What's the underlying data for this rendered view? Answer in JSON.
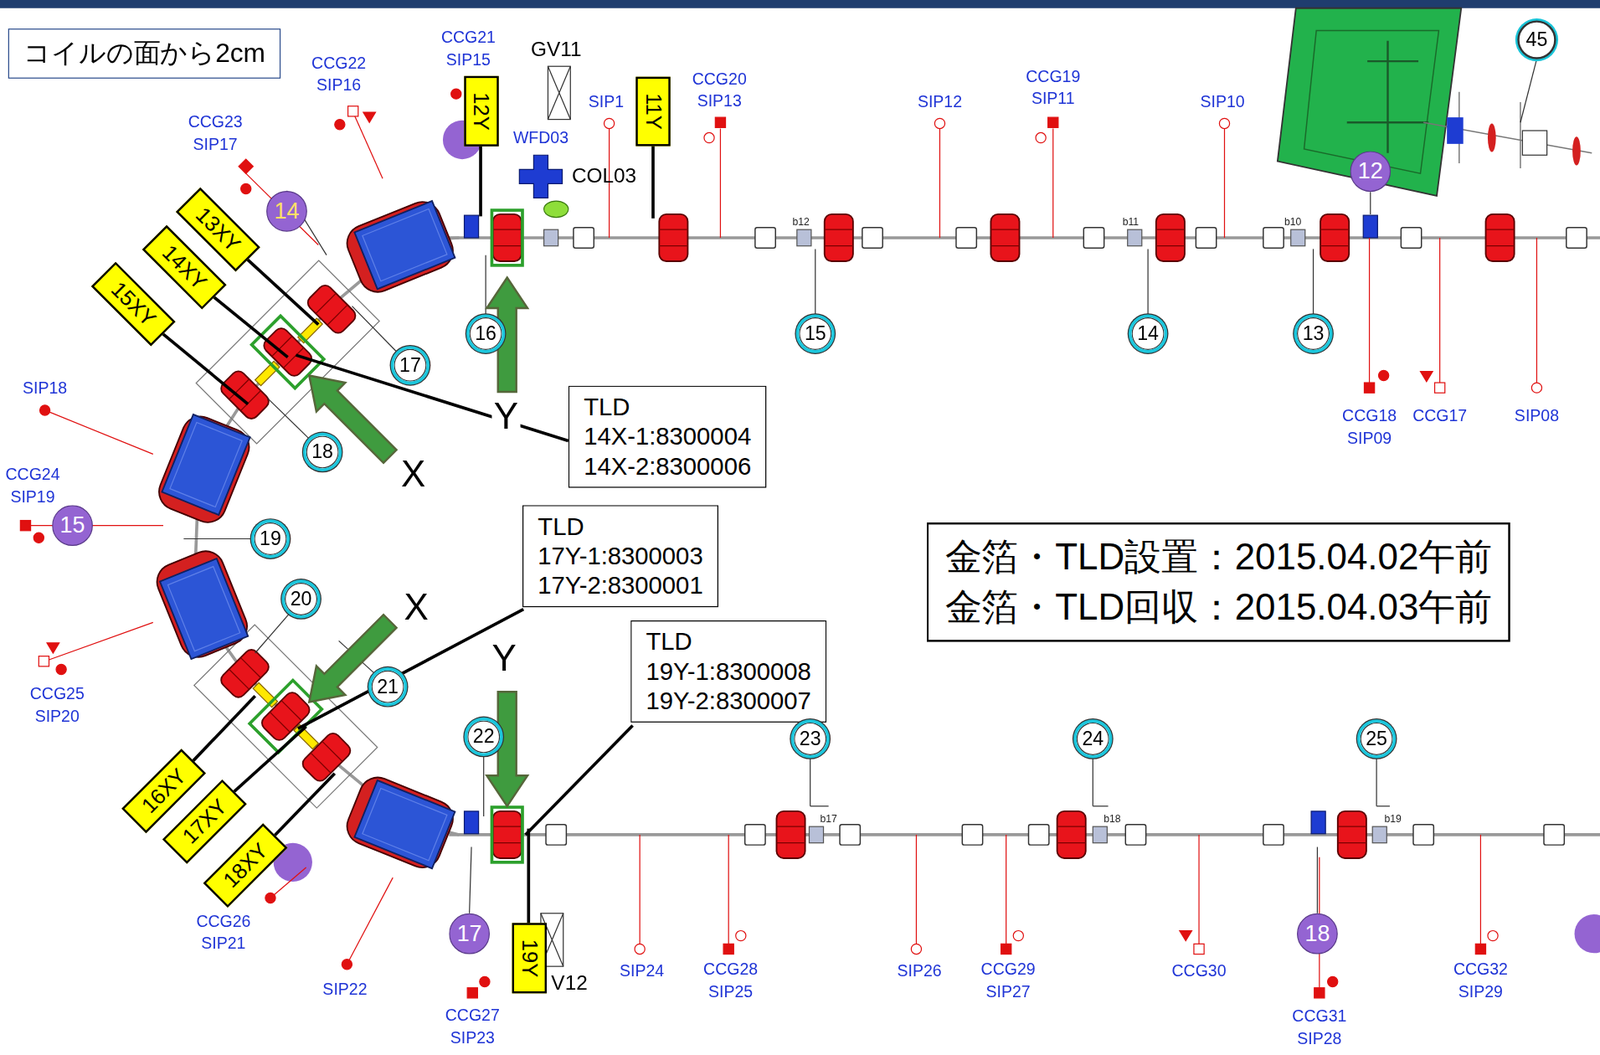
{
  "diagram": {
    "nodes": [
      {
        "text": [
          "コイルの面から2cm"
        ]
      },
      {
        "text": [
          "45"
        ]
      },
      {
        "text": [
          "12Y"
        ]
      },
      {
        "text": [
          "11Y"
        ]
      },
      {
        "text": [
          "14"
        ]
      },
      {
        "text": [
          "13XY"
        ]
      },
      {
        "text": [
          "12"
        ]
      },
      {
        "text": [
          "14XY"
        ]
      },
      {
        "text": [
          "15XY"
        ]
      },
      {
        "text": [
          "16"
        ]
      },
      {
        "text": [
          "15"
        ]
      },
      {
        "text": [
          "14"
        ]
      },
      {
        "text": [
          "13"
        ]
      },
      {
        "text": [
          "17"
        ]
      },
      {
        "text": [
          "TLD",
          "14X-1:8300004",
          "14X-2:8300006"
        ]
      },
      {
        "text": [
          "18"
        ]
      },
      {
        "text": [
          "15"
        ]
      },
      {
        "text": [
          "19"
        ]
      },
      {
        "text": [
          "TLD",
          "17Y-1:8300003",
          "17Y-2:8300001"
        ]
      },
      {
        "text": [
          "金箔・TLD設置：2015.04.02午前",
          "金箔・TLD回収：2015.04.03午前"
        ]
      },
      {
        "text": [
          "20"
        ]
      },
      {
        "text": [
          "21"
        ]
      },
      {
        "text": [
          "TLD",
          "19Y-1:8300008",
          "19Y-2:8300007"
        ]
      },
      {
        "text": [
          "22"
        ]
      },
      {
        "text": [
          "23"
        ]
      },
      {
        "text": [
          "24"
        ]
      },
      {
        "text": [
          "25"
        ]
      },
      {
        "text": [
          "16XY"
        ]
      },
      {
        "text": [
          "17XY"
        ]
      },
      {
        "text": [
          "18XY"
        ]
      },
      {
        "text": [
          "19Y"
        ]
      },
      {
        "text": [
          "17"
        ]
      },
      {
        "text": [
          "18"
        ]
      }
    ],
    "labels": [
      "CCG21",
      "SIP15",
      "GV11",
      "SIP1",
      "CCG20",
      "SIP13",
      "SIP12",
      "CCG19",
      "SIP11",
      "SIP10",
      "CCG22",
      "SIP16",
      "CCG23",
      "SIP17",
      "WFD03",
      "COL03",
      "b12",
      "b11",
      "b10",
      "CCG18",
      "SIP09",
      "CCG17",
      "SIP08",
      "Y",
      "X",
      "SIP18",
      "CCG24",
      "SIP19",
      "X",
      "Y",
      "CCG25",
      "SIP20",
      "b17",
      "b18",
      "b19",
      "CCG26",
      "SIP21",
      "V12",
      "SIP22",
      "CCG27",
      "SIP23",
      "SIP24",
      "CCG28",
      "SIP25",
      "SIP26",
      "CCG29",
      "SIP27",
      "CCG30",
      "CCG31",
      "SIP28",
      "CCG32",
      "SIP29"
    ]
  }
}
